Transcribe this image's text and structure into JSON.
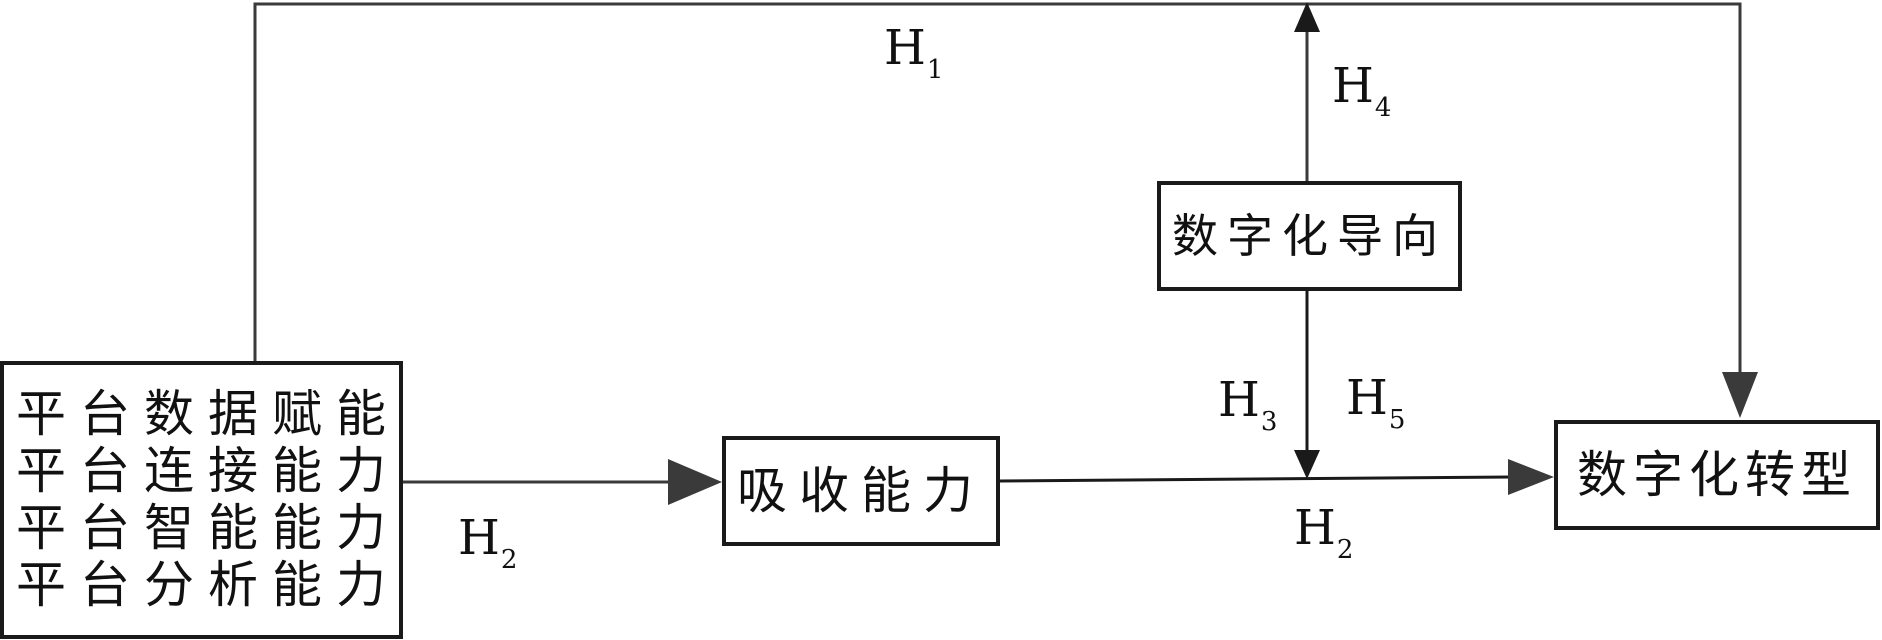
{
  "boxes": {
    "platform": {
      "lines": [
        "平台数据赋能",
        "平台连接能力",
        "平台智能能力",
        "平台分析能力"
      ]
    },
    "absorptive_capacity": {
      "label": "吸收能力"
    },
    "digital_orientation": {
      "label": "数字化导向"
    },
    "digital_transformation": {
      "label": "数字化转型"
    }
  },
  "hypotheses": {
    "h1": {
      "letter": "H",
      "sub": "1"
    },
    "h2_left": {
      "letter": "H",
      "sub": "2"
    },
    "h2_right": {
      "letter": "H",
      "sub": "2"
    },
    "h3": {
      "letter": "H",
      "sub": "3"
    },
    "h4": {
      "letter": "H",
      "sub": "4"
    },
    "h5": {
      "letter": "H",
      "sub": "5"
    }
  },
  "colors": {
    "line": "#3a3a3a",
    "box_border": "#1a1a1a",
    "text": "#111111"
  }
}
